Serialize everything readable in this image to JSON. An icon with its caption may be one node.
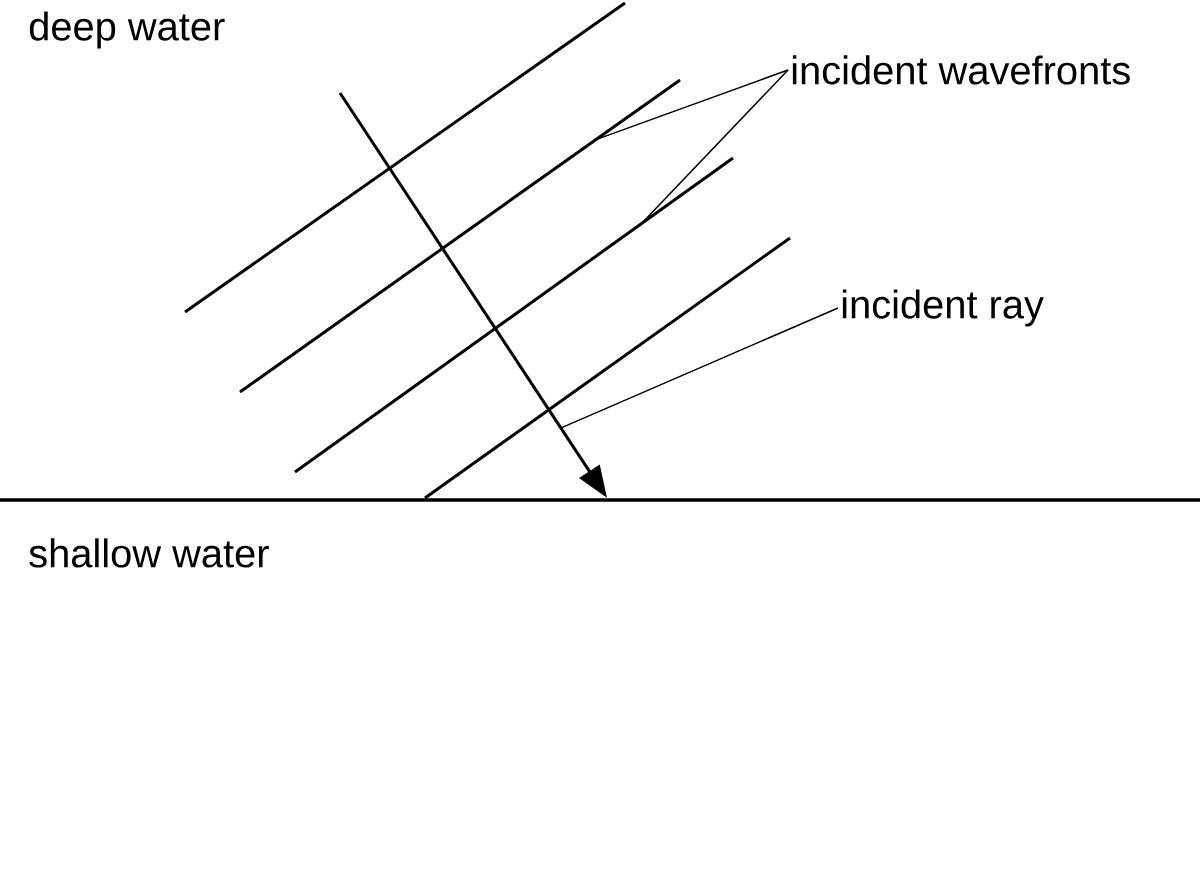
{
  "diagram": {
    "nodes": [
      {
        "text": [
          "incident wavefronts"
        ]
      },
      {
        "text": [],
        "shape": "line"
      },
      {
        "text": [],
        "shape": "line"
      },
      {
        "text": [],
        "shape": "line"
      },
      {
        "text": [],
        "shape": "line"
      },
      {
        "text": [
          "incident ray"
        ]
      },
      {
        "text": [],
        "shape": "arrow"
      }
    ],
    "edges": [
      {
        "from": 0,
        "to": 2,
        "arrow": "none"
      },
      {
        "from": 0,
        "to": 3,
        "arrow": "none"
      },
      {
        "from": 5,
        "to": 6,
        "arrow": "none"
      }
    ],
    "labels": [
      "deep water",
      "shallow water"
    ]
  }
}
